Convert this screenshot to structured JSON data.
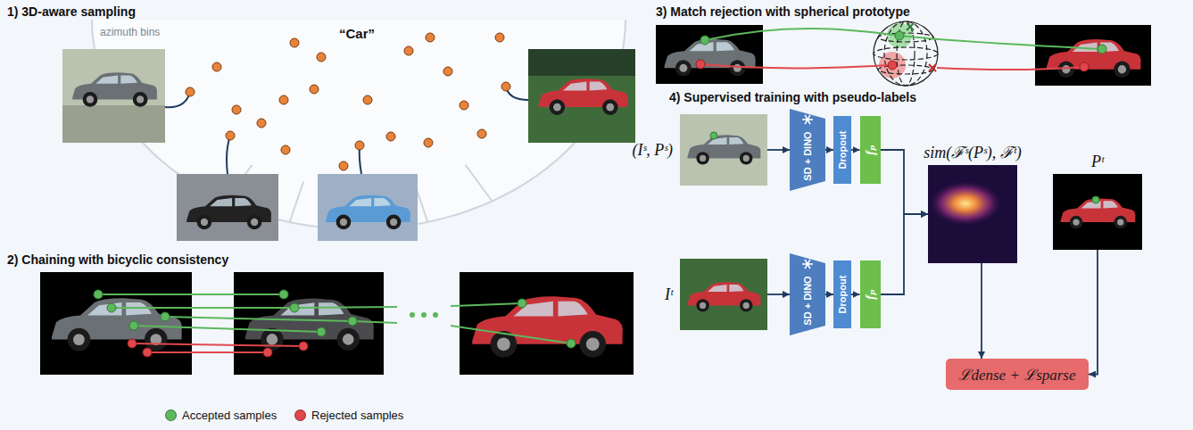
{
  "diagram": {
    "nodes": [
      {
        "text": [
          "(Iˢ, Pˢ)"
        ]
      },
      {
        "text": [
          "SD + DINO"
        ]
      },
      {
        "text": [
          "Dropout"
        ]
      },
      {
        "text": [
          "fₚ"
        ]
      },
      {
        "text": [
          "sim(ℱˢ(Pˢ), ℱᵗ)"
        ]
      },
      {
        "text": [
          "Pᵗ"
        ]
      },
      {
        "text": [
          "Iᵗ"
        ]
      },
      {
        "text": [
          "SD + DINO"
        ]
      },
      {
        "text": [
          "Dropout"
        ]
      },
      {
        "text": [
          "fₚ"
        ]
      },
      {
        "text": [
          "ℒdense + ℒsparse"
        ]
      }
    ],
    "edges": [
      {
        "from": 0,
        "to": 1,
        "arrow": "to"
      },
      {
        "from": 1,
        "to": 2,
        "arrow": "to"
      },
      {
        "from": 2,
        "to": 3,
        "arrow": "to"
      },
      {
        "from": 3,
        "to": 4,
        "arrow": "to"
      },
      {
        "from": 6,
        "to": 7,
        "arrow": "to"
      },
      {
        "from": 7,
        "to": 8,
        "arrow": "to"
      },
      {
        "from": 8,
        "to": 9,
        "arrow": "to"
      },
      {
        "from": 9,
        "to": 4,
        "arrow": "to"
      },
      {
        "from": 4,
        "to": 10,
        "arrow": "to"
      },
      {
        "from": 5,
        "to": 10,
        "arrow": "to"
      }
    ],
    "labels": [
      "1) 3D-aware sampling",
      "azimuth bins",
      "“Car”",
      "2) Chaining with bicyclic consistency",
      "3) Match rejection with spherical prototype",
      "4) Supervised training with pseudo-labels"
    ],
    "legend": [
      {
        "text": "Accepted samples",
        "color": "#5cb85c"
      },
      {
        "text": "Rejected samples",
        "color": "#e0474c"
      }
    ]
  }
}
